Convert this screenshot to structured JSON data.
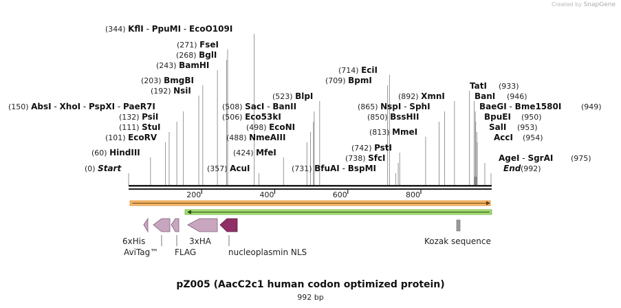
{
  "credit": {
    "prefix": "Created by",
    "brand": "SnapGene"
  },
  "title": "pZ005 (AacC2c1 human codon optimized protein)",
  "subtitle": "992 bp",
  "sequence_length": 992,
  "ruler": [
    {
      "pos": 200,
      "label": "200"
    },
    {
      "pos": 400,
      "label": "400"
    },
    {
      "pos": 600,
      "label": "600"
    },
    {
      "pos": 800,
      "label": "800"
    }
  ],
  "sites_left": [
    {
      "names": [
        "KflI",
        "PpuMI",
        "EcoO109I"
      ],
      "num": "(344)",
      "pos": 344
    },
    {
      "names": [
        "FseI"
      ],
      "num": "(271)",
      "pos": 271
    },
    {
      "names": [
        "BglI"
      ],
      "num": "(268)",
      "pos": 268
    },
    {
      "names": [
        "BamHI"
      ],
      "num": "(243)",
      "pos": 243
    },
    {
      "names": [
        "BmgBI"
      ],
      "num": "(203)",
      "pos": 203
    },
    {
      "names": [
        "NsiI"
      ],
      "num": "(192)",
      "pos": 192
    },
    {
      "names": [
        "AbsI",
        "XhoI",
        "PspXI",
        "PaeR7I"
      ],
      "num": "(150)",
      "pos": 150
    },
    {
      "names": [
        "PsiI"
      ],
      "num": "(132)",
      "pos": 132
    },
    {
      "names": [
        "StuI"
      ],
      "num": "(111)",
      "pos": 111
    },
    {
      "names": [
        "EcoRV"
      ],
      "num": "(101)",
      "pos": 101
    },
    {
      "names": [
        "HindIII"
      ],
      "num": "(60)",
      "pos": 60
    },
    {
      "names": [
        "Start"
      ],
      "num": "(0)",
      "pos": 0,
      "italic": true
    }
  ],
  "sites_middle": [
    {
      "names": [
        "SacI",
        "BanII"
      ],
      "num": "(508)",
      "pos": 508
    },
    {
      "names": [
        "Eco53kI"
      ],
      "num": "(506)",
      "pos": 506
    },
    {
      "names": [
        "EcoNI"
      ],
      "num": "(498)",
      "pos": 498
    },
    {
      "names": [
        "NmeAIII"
      ],
      "num": "(488)",
      "pos": 488
    },
    {
      "names": [
        "MfeI"
      ],
      "num": "(424)",
      "pos": 424
    },
    {
      "names": [
        "AcuI"
      ],
      "num": "(357)",
      "pos": 357
    },
    {
      "names": [
        "BlpI"
      ],
      "num": "(523)",
      "pos": 523
    },
    {
      "names": [
        "BfuAI",
        "BspMI"
      ],
      "num": "(731)",
      "pos": 731
    }
  ],
  "sites_right": [
    {
      "names": [
        "EciI"
      ],
      "num": "(714)",
      "pos": 714
    },
    {
      "names": [
        "BpmI"
      ],
      "num": "(709)",
      "pos": 709
    },
    {
      "names": [
        "XmnI"
      ],
      "num": "(892)",
      "pos": 892
    },
    {
      "names": [
        "NspI",
        "SphI"
      ],
      "num": "(865)",
      "pos": 865
    },
    {
      "names": [
        "BssHII"
      ],
      "num": "(850)",
      "pos": 850
    },
    {
      "names": [
        "MmeI"
      ],
      "num": "(813)",
      "pos": 813
    },
    {
      "names": [
        "PstI"
      ],
      "num": "(742)",
      "pos": 742
    },
    {
      "names": [
        "SfcI"
      ],
      "num": "(738)",
      "pos": 738
    }
  ],
  "sites_far_right": [
    {
      "names": [
        "TatI"
      ],
      "num": "(933)",
      "pos": 933
    },
    {
      "names": [
        "BanI"
      ],
      "num": "(946)",
      "pos": 946
    },
    {
      "names": [
        "BaeGI",
        "Bme1580I"
      ],
      "num": "(949)",
      "pos": 949
    },
    {
      "names": [
        "BpuEI"
      ],
      "num": "(950)",
      "pos": 950
    },
    {
      "names": [
        "SalI"
      ],
      "num": "(953)",
      "pos": 953
    },
    {
      "names": [
        "AccI"
      ],
      "num": "(954)",
      "pos": 954
    },
    {
      "names": [
        "AgeI",
        "SgrAI"
      ],
      "num": "(975)",
      "pos": 975
    },
    {
      "names": [
        "End"
      ],
      "num": "(992)",
      "pos": 992,
      "italic": true
    }
  ],
  "features": [
    {
      "label": "6xHis",
      "color": "#c9a6c0"
    },
    {
      "label": "AviTag™",
      "color": "#c9a6c0"
    },
    {
      "label": "FLAG",
      "color": "#c9a6c0"
    },
    {
      "label": "3xHA",
      "color": "#c9a6c0"
    },
    {
      "label": "nucleoplasmin NLS",
      "color": "#8f2f66"
    },
    {
      "label": "Kozak sequence",
      "color": "#9a9a9a"
    }
  ],
  "colors": {
    "orange_bar": "#f7b96a",
    "green_bar": "#9fd86a",
    "backbone": "#1a1a1a"
  }
}
